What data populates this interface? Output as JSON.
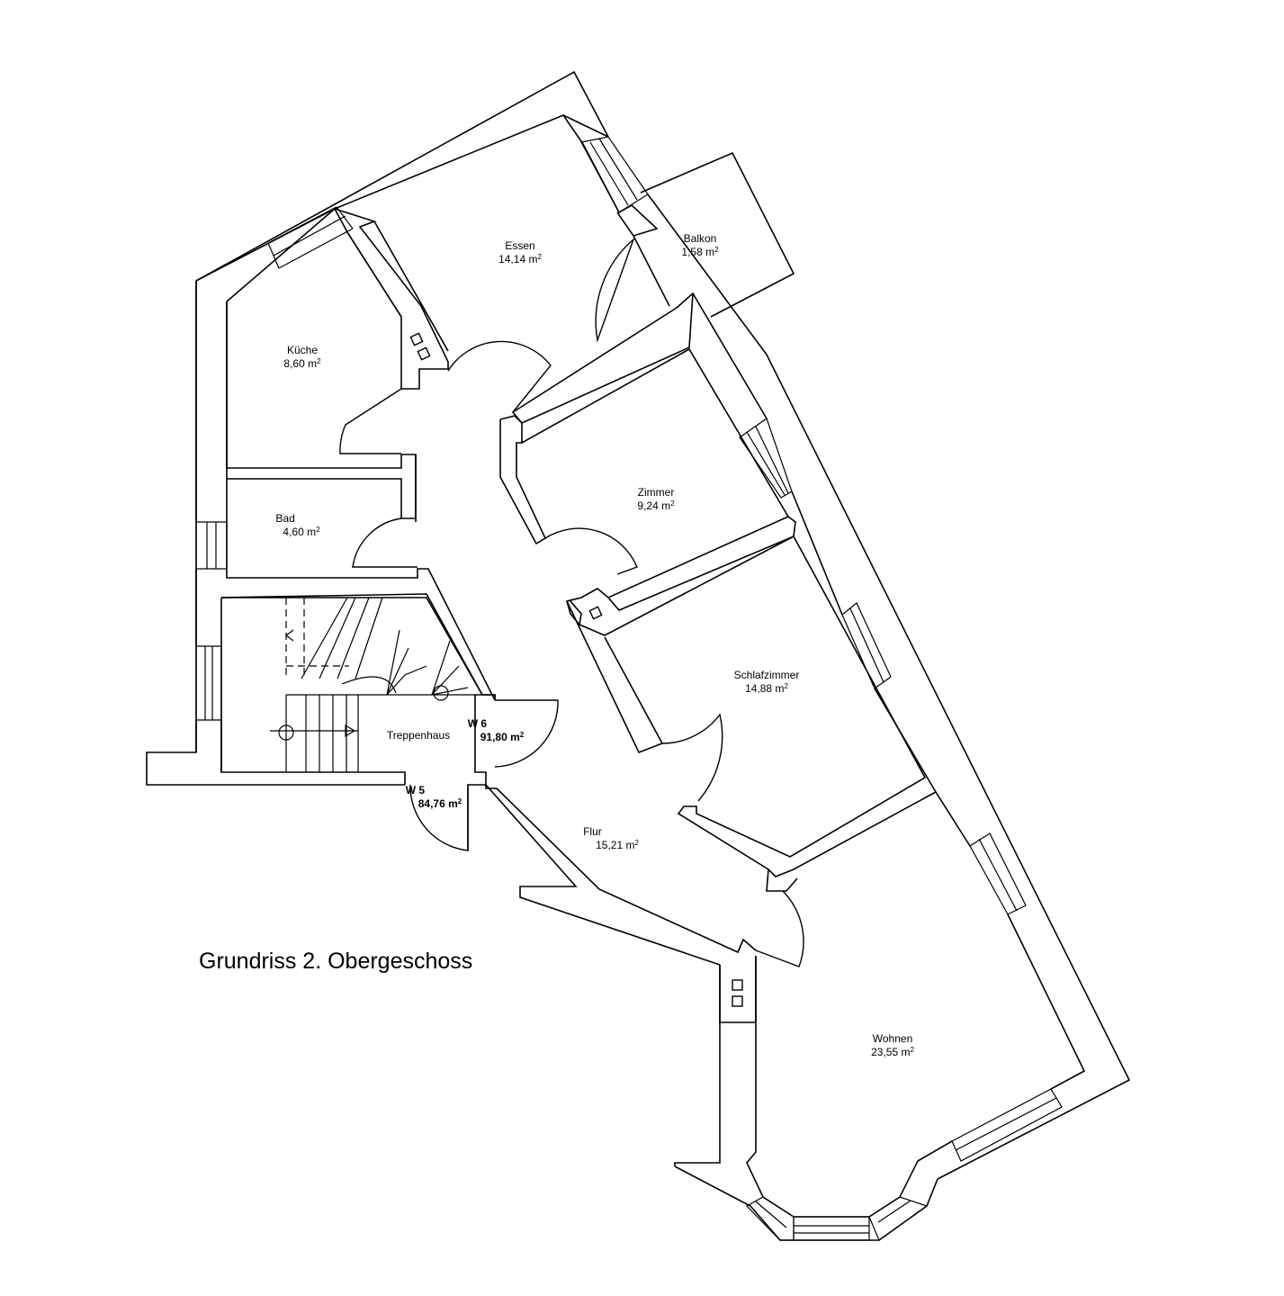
{
  "title": "Grundriss 2. Obergeschoss",
  "area_unit": "m",
  "area_unit_exp": "2",
  "colors": {
    "line": "#000000",
    "background": "#ffffff"
  },
  "rooms": {
    "essen": {
      "name": "Essen",
      "area": "14,14"
    },
    "balkon": {
      "name": "Balkon",
      "area": "1,58"
    },
    "kueche": {
      "name": "Küche",
      "area": "8,60"
    },
    "bad": {
      "name": "Bad",
      "area": "4,60"
    },
    "zimmer": {
      "name": "Zimmer",
      "area": "9,24"
    },
    "schlafzimmer": {
      "name": "Schlafzimmer",
      "area": "14,88"
    },
    "treppenhaus": {
      "name": "Treppenhaus"
    },
    "w6": {
      "name": "W 6",
      "area": "91,80"
    },
    "w5": {
      "name": "W 5",
      "area": "84,76"
    },
    "flur": {
      "name": "Flur",
      "area": "15,21"
    },
    "wohnen": {
      "name": "Wohnen",
      "area": "23,55"
    }
  }
}
